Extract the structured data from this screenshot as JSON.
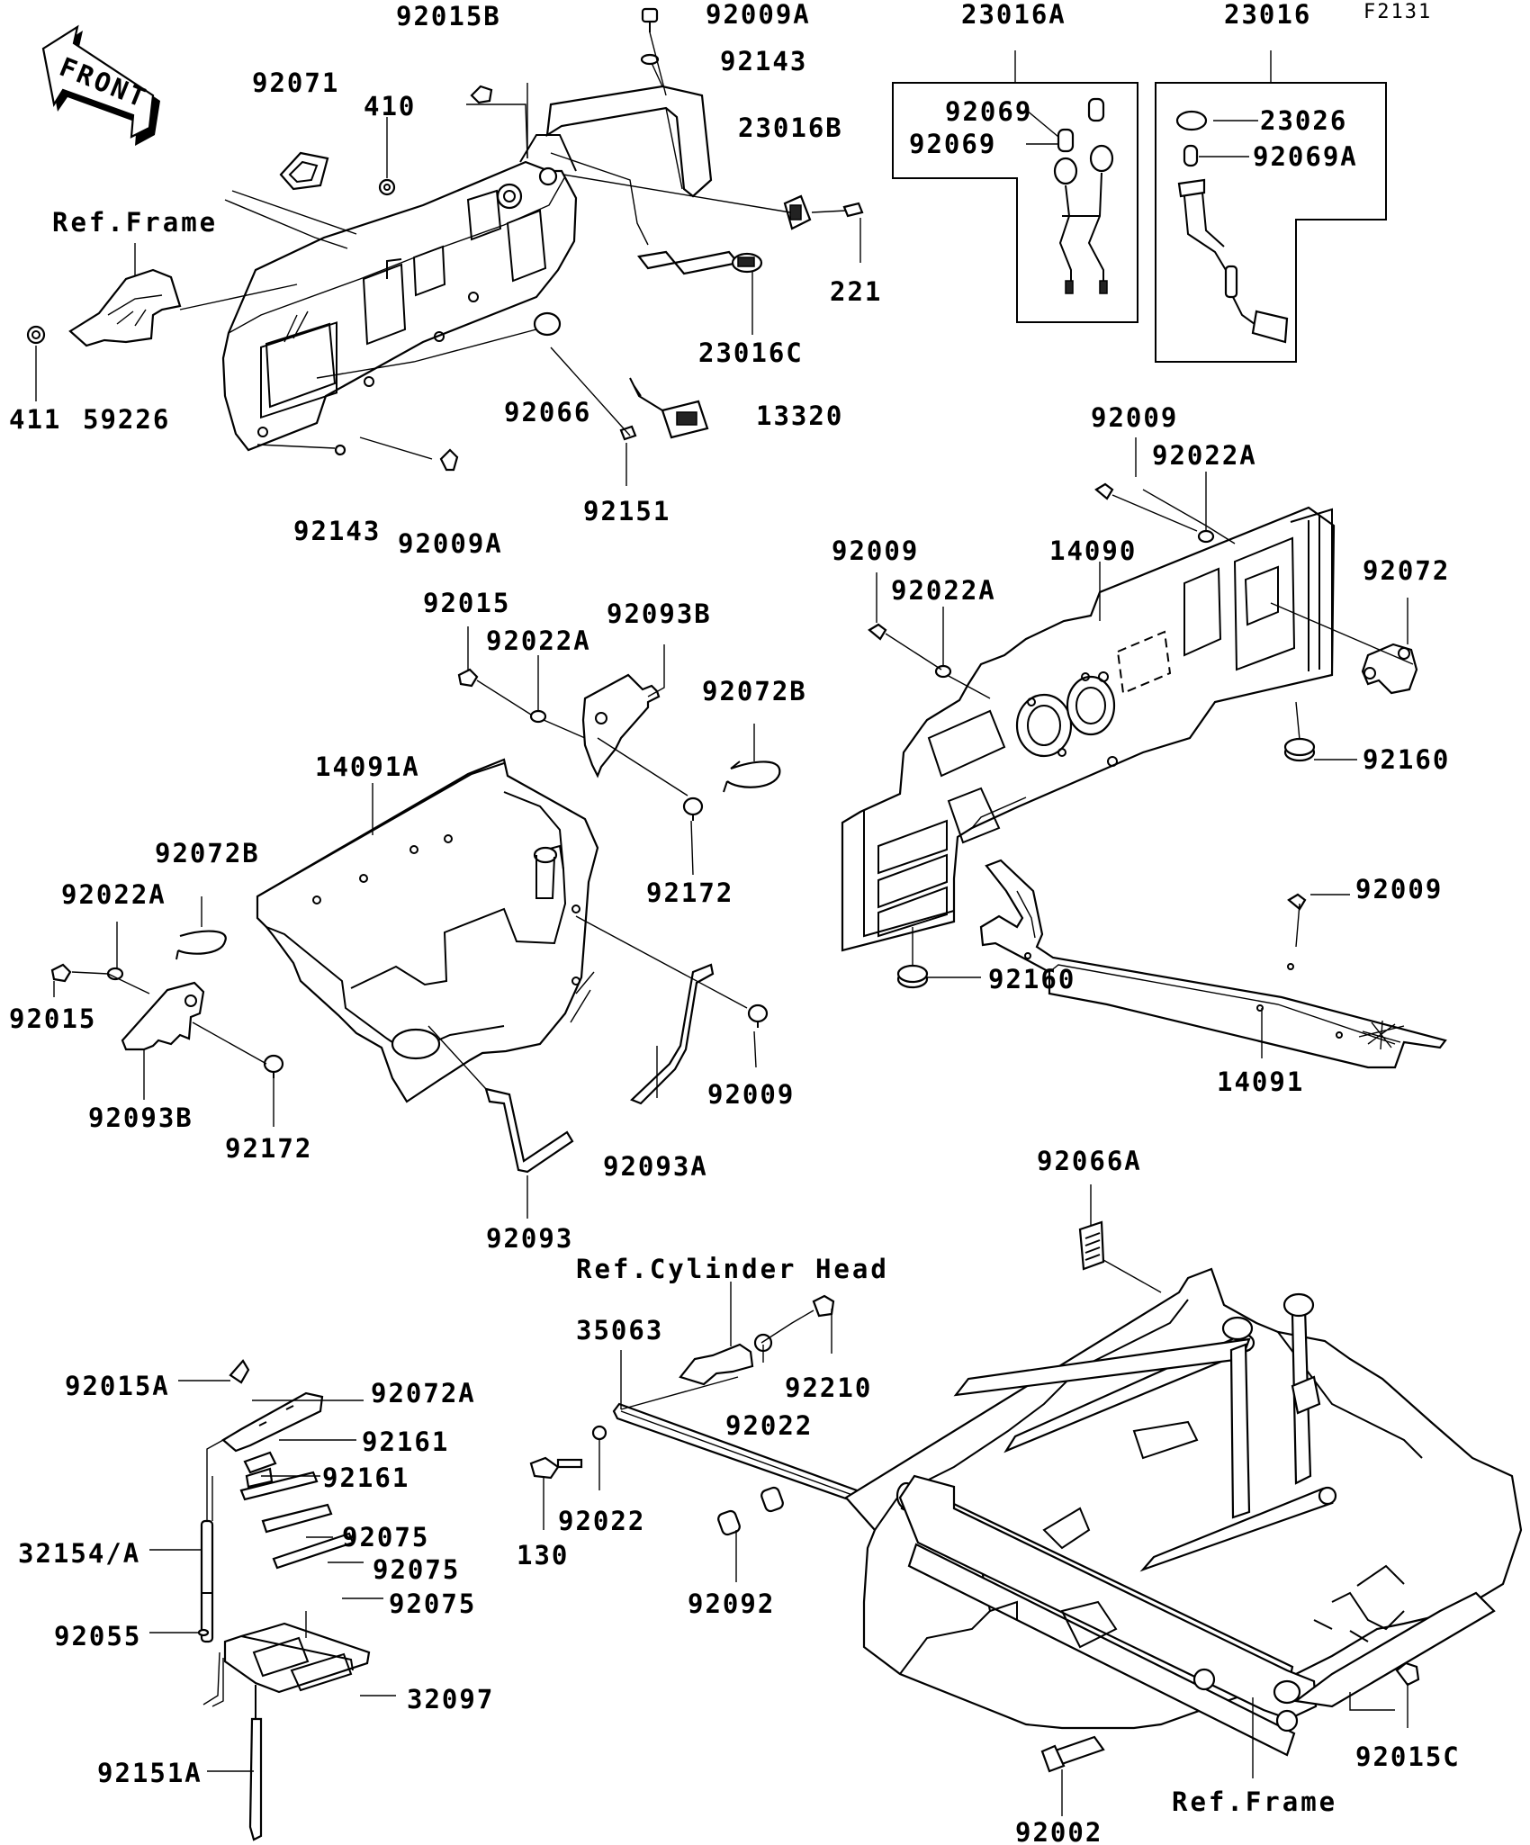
{
  "diagram_code": "F2131",
  "front_arrow": {
    "label": "FRONT",
    "icon": "front-direction-arrow-icon"
  },
  "references": {
    "frame_top": "Ref.Frame",
    "frame_bottom": "Ref.Frame",
    "cylinder_head": "Ref.Cylinder Head"
  },
  "part_numbers": {
    "p92015B": "92015B",
    "p92009A_top": "92009A",
    "p92143_top": "92143",
    "p23016A": "23016A",
    "p23016": "23016",
    "p92071": "92071",
    "p410": "410",
    "p23016B": "23016B",
    "p92069_a": "92069",
    "p92069_b": "92069",
    "p23026": "23026",
    "p92069A": "92069A",
    "p221": "221",
    "p23016C": "23016C",
    "p411": "411",
    "p59226": "59226",
    "p92066": "92066",
    "p13320": "13320",
    "p92143_bottom": "92143",
    "p92009A_bottom": "92009A",
    "p92151": "92151",
    "p92009_r1": "92009",
    "p92022A_r1": "92022A",
    "p92009_r2": "92009",
    "p14090": "14090",
    "p92022A_r2": "92022A",
    "p92072": "92072",
    "p92015_m": "92015",
    "p92022A_m": "92022A",
    "p92093B_m": "92093B",
    "p92072B_m": "92072B",
    "p92160_r": "92160",
    "p14091A": "14091A",
    "p92172_m": "92172",
    "p92072B_l": "92072B",
    "p92022A_l": "92022A",
    "p92009_r3": "92009",
    "p92015_l": "92015",
    "p92160_b": "92160",
    "p14091": "14091",
    "p92093B_l": "92093B",
    "p92009_m": "92009",
    "p92172_l": "92172",
    "p92093A": "92093A",
    "p92093": "92093",
    "p92066A": "92066A",
    "p35063": "35063",
    "p92210": "92210",
    "p92015A": "92015A",
    "p92072A": "92072A",
    "p92022_a": "92022",
    "p92161_a": "92161",
    "p92161_b": "92161",
    "p130": "130",
    "p92022_b": "92022",
    "p92075_a": "92075",
    "p32154A": "32154/A",
    "p92075_b": "92075",
    "p92075_c": "92075",
    "p92092": "92092",
    "p92055": "92055",
    "p32097": "32097",
    "p92015C": "92015C",
    "p92151A": "92151A",
    "p92002": "92002"
  }
}
